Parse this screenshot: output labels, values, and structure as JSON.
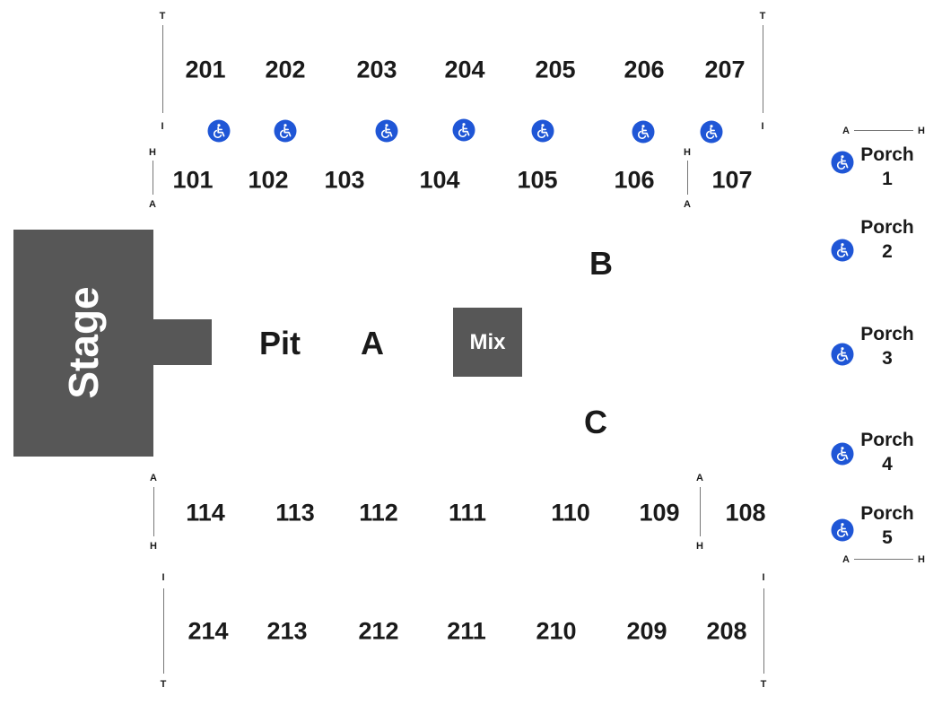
{
  "stage": {
    "label": "Stage"
  },
  "mix": {
    "label": "Mix"
  },
  "floor": {
    "pit": "Pit",
    "a": "A",
    "b": "B",
    "c": "C"
  },
  "sections_200_top": [
    "201",
    "202",
    "203",
    "204",
    "205",
    "206",
    "207"
  ],
  "sections_100_top": [
    "101",
    "102",
    "103",
    "104",
    "105",
    "106",
    "107"
  ],
  "sections_100_bottom": [
    "114",
    "113",
    "112",
    "111",
    "110",
    "109",
    "108"
  ],
  "sections_200_bottom": [
    "214",
    "213",
    "212",
    "211",
    "210",
    "209",
    "208"
  ],
  "row_letters": {
    "t": "T",
    "i": "I",
    "h": "H",
    "a": "A"
  },
  "porches": [
    {
      "label": "Porch",
      "number": "1"
    },
    {
      "label": "Porch",
      "number": "2"
    },
    {
      "label": "Porch",
      "number": "3"
    },
    {
      "label": "Porch",
      "number": "4"
    },
    {
      "label": "Porch",
      "number": "5"
    }
  ],
  "colors": {
    "stage": "#575757",
    "accessible": "#1f56d6",
    "text": "#1a1a1a"
  },
  "icons": {
    "accessible": "wheelchair-icon"
  }
}
